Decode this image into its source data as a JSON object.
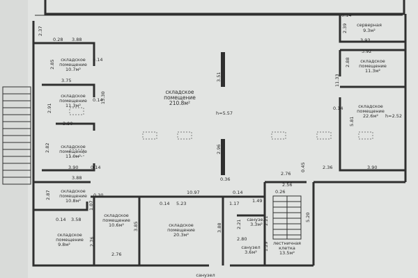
{
  "rooms": [
    {
      "id": "r_left1",
      "line1": "складское",
      "line2": "помещение",
      "area": "10.7м²"
    },
    {
      "id": "r_left2",
      "line1": "складское",
      "line2": "помещение",
      "area": "11.3м²"
    },
    {
      "id": "r_left3",
      "line1": "складское",
      "line2": "помещение",
      "area": "11.0м²"
    },
    {
      "id": "r_left4",
      "line1": "складское",
      "line2": "помещение",
      "area": "10.8м²"
    },
    {
      "id": "r_left5",
      "line1": "складское",
      "line2": "помещение",
      "area": "9.8м²"
    },
    {
      "id": "r_main",
      "line1": "складское",
      "line2": "помещение",
      "area": "210.8м²"
    },
    {
      "id": "r_server",
      "line1": "серверная",
      "line2": "",
      "area": "9.3м²"
    },
    {
      "id": "r_right1",
      "line1": "складское",
      "line2": "помещение",
      "area": "11.3м²"
    },
    {
      "id": "r_right2",
      "line1": "складское",
      "line2": "помещение",
      "area": "22.6м²"
    },
    {
      "id": "r_bot1",
      "line1": "складское",
      "line2": "помещение",
      "area": "10.6м²"
    },
    {
      "id": "r_bot2",
      "line1": "складское",
      "line2": "помещение",
      "area": "20.3м²"
    },
    {
      "id": "r_wc1",
      "line1": "санузел",
      "line2": "",
      "area": "3.3м²"
    },
    {
      "id": "r_wc2",
      "line1": "санузел",
      "line2": "",
      "area": "3.6м²"
    },
    {
      "id": "r_stair",
      "line1": "лестничная",
      "line2": "клетка",
      "area": "13.5м²"
    }
  ],
  "heights": {
    "main": "h=5.57",
    "right": "h=2.52"
  },
  "dims": {
    "d237": "2.37",
    "d388a": "3.88",
    "d028": "0.28",
    "d285": "2.85",
    "d014a": "0.14",
    "d375": "3.75",
    "d291": "2.91",
    "d014b": "0.14",
    "d1330": "13.30",
    "d390a": "3.90",
    "d282": "2.82",
    "d390b": "3.90",
    "d014c": "0.14",
    "d388b": "3.88",
    "d287": "2.87",
    "d030": "0.30",
    "d107": "1.07",
    "d014d": "0.14",
    "d358": "3.58",
    "d276a": "2.76",
    "d276b": "2.76",
    "d385": "3.85",
    "d1097": "10.97",
    "d014e": "0.14",
    "d523": "5.23",
    "d014f": "0.14",
    "d117": "1.17",
    "d149": "1.49",
    "d221a": "2.21",
    "d221b": "2.21",
    "d388c": "3.88",
    "d280": "2.80",
    "d129": "1.29",
    "d351": "3.51",
    "d296": "2.96",
    "d036": "0.36",
    "d014g": "0.14",
    "d239": "2.39",
    "d393": "3.93",
    "d392": "3.92",
    "d288": "2.88",
    "d1133": "11.33",
    "d014h": "0.14",
    "d581": "5.81",
    "d276c": "2.76",
    "d045": "0.45",
    "d236": "2.36",
    "d390c": "3.90",
    "d256": "2.56",
    "d026": "0.26",
    "d520": "5.20"
  },
  "bottom_label": "санузел"
}
